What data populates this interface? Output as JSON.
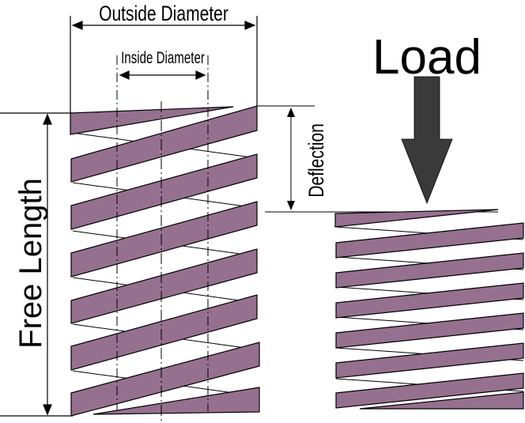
{
  "labels": {
    "outside_diameter": "Outside Diameter",
    "inside_diameter": "Inside Diameter",
    "load": "Load",
    "deflection": "Deflection",
    "free_length": "Free Length"
  },
  "colors": {
    "coil_fill": "#96708f",
    "line": "#000000",
    "arrow": "#3a3a3a",
    "background": "#ffffff"
  }
}
